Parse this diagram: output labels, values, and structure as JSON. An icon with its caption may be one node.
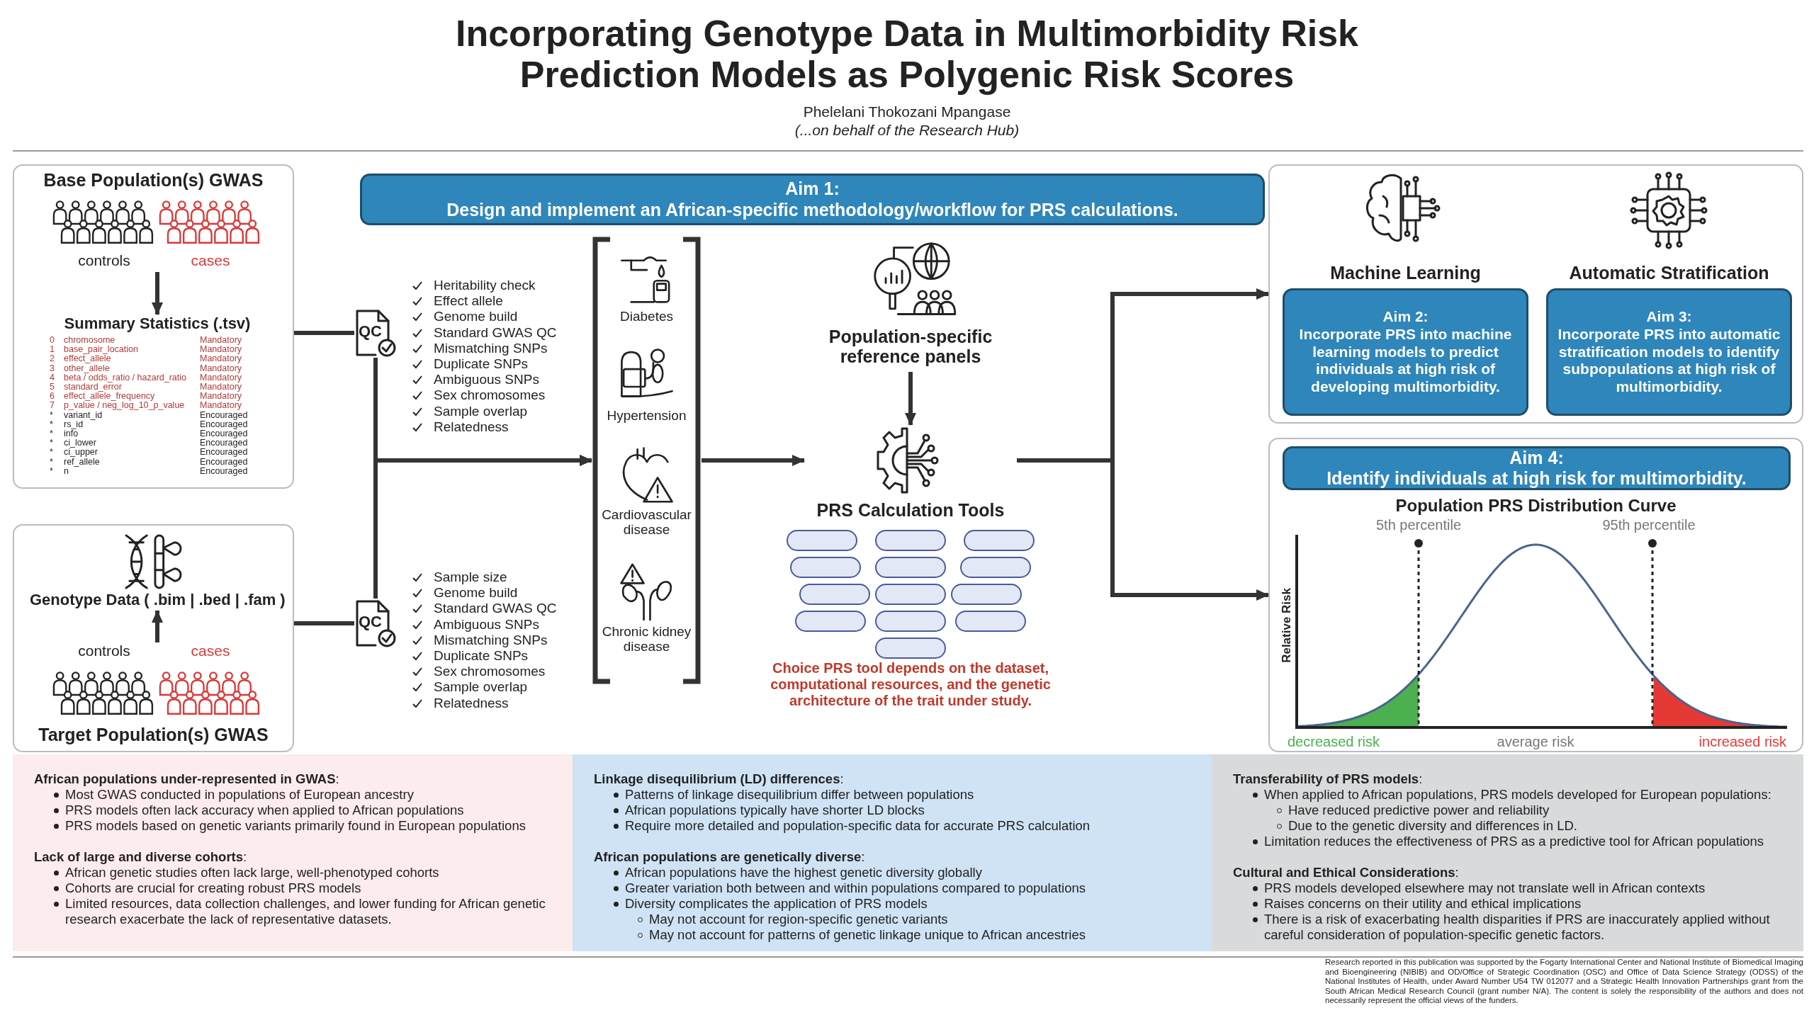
{
  "diagram": {
    "title": "Incorporating Genotype Data in Multimorbidity Risk Prediction Models as Polygenic Risk Scores",
    "nodes": [
      {
        "text": [
          "Base Population(s) GWAS"
        ]
      },
      {
        "text": [
          "controls",
          "cases"
        ],
        "in": 0
      },
      {
        "text": [
          "Summary Statistics (.tsv)"
        ],
        "in": 0
      },
      {
        "text": [
          "Target Population(s) GWAS"
        ]
      },
      {
        "text": [
          "Genotype Data ( .bim | .bed | .fam )"
        ],
        "in": 3
      },
      {
        "text": [
          "controls",
          "cases"
        ],
        "in": 3
      },
      {
        "text": [
          "QC"
        ],
        "beside": [
          "Heritability check",
          "Effect allele",
          "Genome build",
          "Standard GWAS QC",
          "Mismatching SNPs",
          "Duplicate SNPs",
          "Ambiguous SNPs",
          "Sex chromosomes",
          "Sample overlap",
          "Relatedness"
        ]
      },
      {
        "text": [
          "QC"
        ],
        "beside": [
          "Sample size",
          "Genome build",
          "Standard GWAS QC",
          "Ambiguous SNPs",
          "Mismatching SNPs",
          "Duplicate SNPs",
          "Sex chromosomes",
          "Sample overlap",
          "Relatedness"
        ]
      },
      {
        "text": [],
        "shape": "bracket"
      },
      {
        "text": [
          "Diabetes"
        ],
        "in": 8
      },
      {
        "text": [
          "Hypertension"
        ],
        "in": 8
      },
      {
        "text": [
          "Cardiovascular disease"
        ],
        "in": 8
      },
      {
        "text": [
          "Chronic kidney disease"
        ],
        "in": 8
      },
      {
        "text": [
          "Aim 1:",
          "Design and implement an African-specific methodology/workflow for PRS calculations."
        ]
      },
      {
        "text": [
          "Population-specific reference panels"
        ]
      },
      {
        "text": [
          "PRS Calculation Tools"
        ]
      },
      {
        "text": [],
        "shape": "box"
      },
      {
        "text": [],
        "shape": "box"
      },
      {
        "text": [],
        "shape": "box"
      },
      {
        "text": [],
        "shape": "box"
      },
      {
        "text": [],
        "shape": "box"
      },
      {
        "text": [],
        "shape": "box"
      },
      {
        "text": [],
        "shape": "box"
      },
      {
        "text": [],
        "shape": "box"
      },
      {
        "text": [],
        "shape": "box"
      },
      {
        "text": [],
        "shape": "box"
      },
      {
        "text": [],
        "shape": "box"
      },
      {
        "text": [],
        "shape": "box"
      },
      {
        "text": [],
        "shape": "box"
      },
      {
        "text": [],
        "shape": "box"
      },
      {
        "text": [
          "Aim 2:",
          "Incorporate PRS into machine learning models to predict individuals at high risk of developing multimorbidity."
        ],
        "in": 29,
        "beside": [
          "Machine Learning"
        ]
      },
      {
        "text": [
          "Aim 3:",
          "Incorporate PRS into automatic stratification models to identify subpopulations at high risk of multimorbidity."
        ],
        "in": 29,
        "beside": [
          "Automatic Stratification"
        ]
      },
      {
        "text": [],
        "shape": "box"
      },
      {
        "text": [
          "Aim 4:",
          "Identify individuals at high risk for multimorbidity."
        ],
        "in": 32
      },
      {
        "text": [
          "**African populations under-represented in GWAS**:",
          "Most GWAS conducted in populations of European ancestry",
          "PRS models often lack accuracy when applied to African populations",
          "PRS models based on genetic variants primarily found in European populations",
          "**Lack of large and diverse cohorts**:",
          "African genetic studies often lack large, well-phenotyped cohorts",
          "Cohorts are crucial for creating robust PRS models",
          "Limited resources, data collection challenges, and lower funding for African genetic research exacerbate the lack of representative datasets."
        ]
      },
      {
        "text": [
          "**Linkage disequilibrium (LD) differences**:",
          "Patterns of linkage disequilibrium differ between populations",
          "African populations typically have shorter LD blocks",
          "Require more detailed and population-specific data for accurate PRS calculation",
          "**African populations are genetically diverse**:",
          "African populations have the highest genetic diversity globally",
          "Greater variation both between and within populations compared to populations",
          "Diversity complicates the application of PRS models",
          "May not account for region-specific genetic variants",
          "May not account for patterns of genetic linkage unique to African ancestries"
        ]
      },
      {
        "text": [
          "**Transferability of PRS models**:",
          "When applied to African populations, PRS models developed for European populations:",
          "Have reduced predictive power and reliability",
          "Due to the genetic diversity and differences in LD.",
          "Limitation reduces the effectiveness of PRS as a predictive tool for African populations",
          "**Cultural and Ethical Considerations**:",
          "PRS models developed elsewhere may not translate well in African contexts",
          "Raises concerns on their utility and ethical implications",
          "There is a risk of exacerbating health disparities if PRS are inaccurately applied without careful consideration of population-specific genetic factors."
        ]
      }
    ],
    "edges": [
      {
        "from": 1,
        "to": 2,
        "arrow": "to"
      },
      {
        "from": 5,
        "to": 4,
        "arrow": "to"
      },
      {
        "from": 0,
        "to": 6,
        "arrow": "none"
      },
      {
        "from": 3,
        "to": 7,
        "arrow": "none"
      },
      {
        "from": 6,
        "to": 8,
        "arrow": "to"
      },
      {
        "from": 7,
        "to": 8,
        "arrow": "to"
      },
      {
        "from": 8,
        "to": 15,
        "arrow": "to"
      },
      {
        "from": 14,
        "to": 15,
        "arrow": "to"
      },
      {
        "from": 15,
        "to": 29,
        "arrow": "to"
      },
      {
        "from": 15,
        "to": 32,
        "arrow": "to"
      }
    ],
    "labels": [
      "Phelelani Thokozani Mpangase",
      "(...on behalf of the Research Hub)",
      "0",
      "chromosome",
      "Mandatory",
      "1",
      "base_pair_location",
      "Mandatory",
      "2",
      "effect_allele",
      "Mandatory",
      "3",
      "other_allele",
      "Mandatory",
      "4",
      "beta / odds_ratio / hazard_ratio",
      "Mandatory",
      "5",
      "standard_error",
      "Mandatory",
      "6",
      "effect_allele_frequency",
      "Mandatory",
      "7",
      "p_value / neg_log_10_p_value",
      "Mandatory",
      "*",
      "variant_id",
      "Encouraged",
      "*",
      "rs_id",
      "Encouraged",
      "*",
      "info",
      "Encouraged",
      "*",
      "ci_lower",
      "Encouraged",
      "*",
      "ci_upper",
      "Encouraged",
      "*",
      "ref_allele",
      "Encouraged",
      "*",
      "n",
      "Encouraged",
      "Choice PRS tool depends on the dataset, computational resources, and the genetic architecture of the trait under study.",
      "Population PRS Distribution Curve",
      "5th percentile",
      "95th percentile",
      "Relative Risk",
      "decreased risk",
      "average risk",
      "increased risk",
      "Research reported in this publication was supported by the Fogarty International Center and National Institute of Biomedical Imaging and Bioengineering (NIBIB) and OD/Office of Strategic Coordination (OSC) and Office of Data Science Strategy (ODSS) of the National Institutes of Health, under Award Number U54 TW 012077 and a Strategic Health Innovation Partnerships grant from the South African Medical Research Council (grant number N/A). The content is solely the responsibility of the authors and does not necessarily represent the official views of the funders."
    ]
  }
}
